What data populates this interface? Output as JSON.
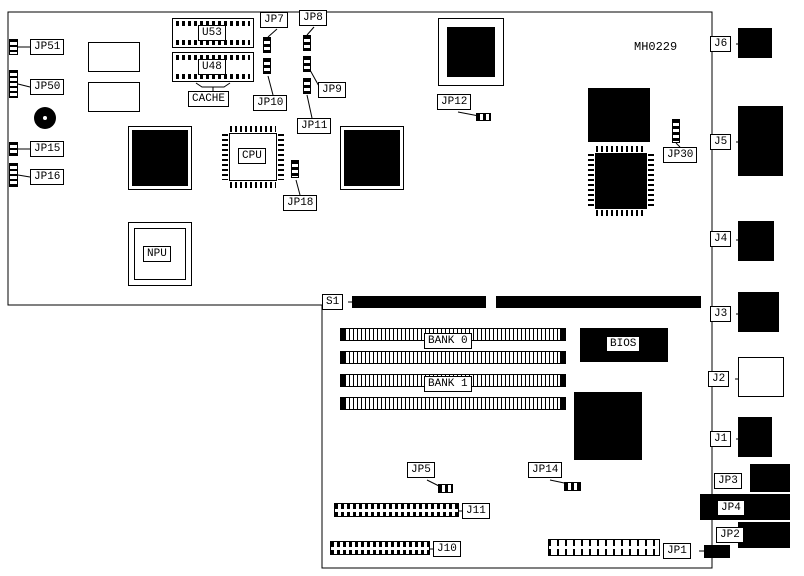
{
  "board": {
    "code": "MH0229"
  },
  "left_edge": {
    "jp51": "JP51",
    "jp50": "JP50",
    "jp15": "JP15",
    "jp16": "JP16"
  },
  "memory": {
    "u53": "U53",
    "u48": "U48",
    "cache": "CACHE",
    "bank0": "BANK 0",
    "bank1": "BANK 1",
    "bios": "BIOS"
  },
  "chips": {
    "cpu": "CPU",
    "npu": "NPU"
  },
  "jumpers": {
    "jp7": "JP7",
    "jp8": "JP8",
    "jp9": "JP9",
    "jp10": "JP10",
    "jp11": "JP11",
    "jp12": "JP12",
    "jp18": "JP18",
    "jp30": "JP30",
    "jp5": "JP5",
    "jp14": "JP14",
    "jp1": "JP1",
    "jp2": "JP2",
    "jp3": "JP3",
    "jp4": "JP4"
  },
  "connectors": {
    "j6": "J6",
    "j5": "J5",
    "j4": "J4",
    "j3": "J3",
    "j2": "J2",
    "j1": "J1",
    "j11": "J11",
    "j10": "J10",
    "s1": "S1"
  }
}
